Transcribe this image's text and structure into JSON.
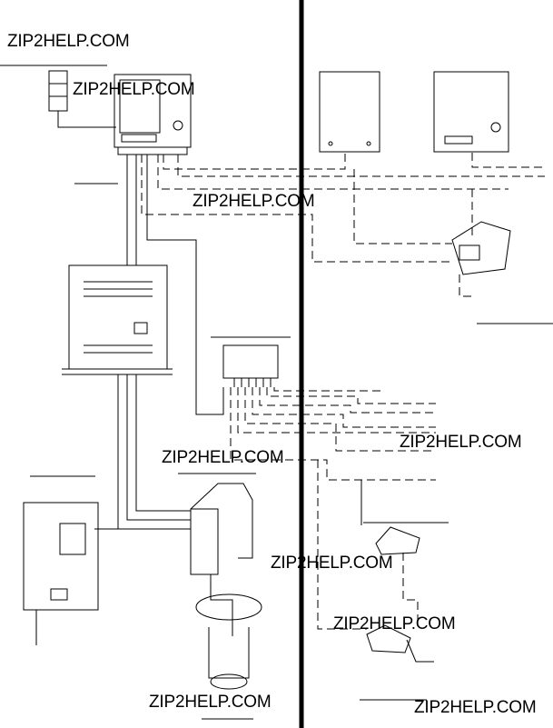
{
  "colors": {
    "ink": "#000000",
    "background": "#ffffff"
  },
  "watermarks": [
    {
      "id": "wm-1",
      "text": "ZIP2HELP.COM"
    },
    {
      "id": "wm-2",
      "text": "ZIP2HELP.COM"
    },
    {
      "id": "wm-3",
      "text": "ZIP2HELP.COM"
    },
    {
      "id": "wm-4",
      "text": "ZIP2HELP.COM"
    },
    {
      "id": "wm-5",
      "text": "ZIP2HELP.COM"
    },
    {
      "id": "wm-6",
      "text": "ZIP2HELP.COM"
    },
    {
      "id": "wm-7",
      "text": "ZIP2HELP.COM"
    },
    {
      "id": "wm-8",
      "text": "ZIP2HELP.COM"
    },
    {
      "id": "wm-9",
      "text": "ZIP2HELP.COM"
    }
  ]
}
